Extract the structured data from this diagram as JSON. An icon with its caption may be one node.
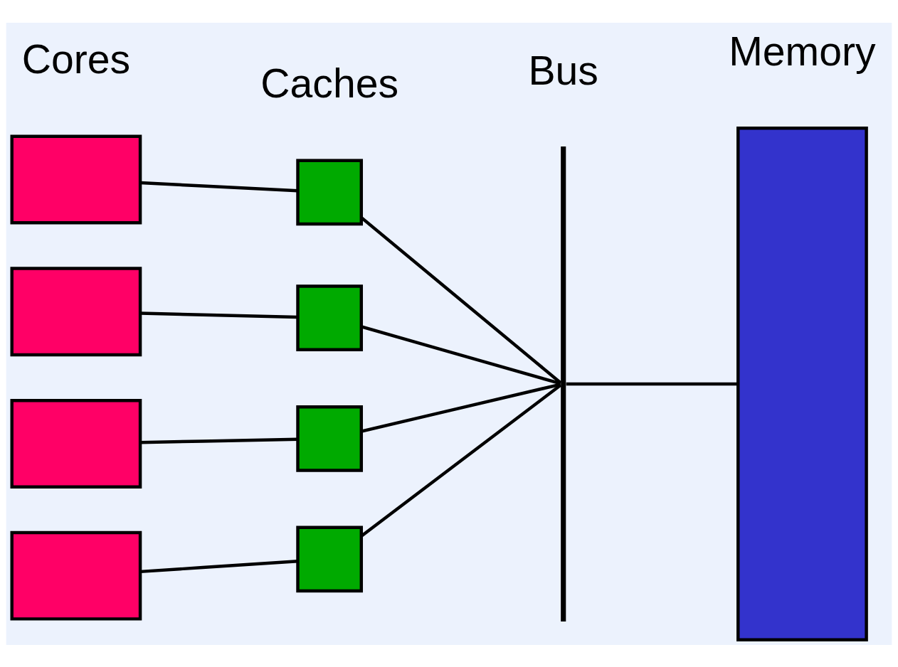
{
  "diagram": {
    "nodes": [
      {
        "text": [],
        "shape": "box"
      },
      {
        "text": [],
        "shape": "box"
      },
      {
        "text": [],
        "shape": "box"
      },
      {
        "text": [],
        "shape": "box"
      },
      {
        "text": [],
        "shape": "box"
      },
      {
        "text": [],
        "shape": "box"
      },
      {
        "text": [],
        "shape": "box"
      },
      {
        "text": [],
        "shape": "box"
      },
      {
        "text": [],
        "shape": "bar",
        "beside": [
          "Bus"
        ]
      },
      {
        "text": [],
        "shape": "box",
        "beside": [
          "Memory"
        ]
      }
    ],
    "edges": [
      {
        "from": 0,
        "to": 4,
        "arrow": "none"
      },
      {
        "from": 4,
        "to": 8,
        "arrow": "none"
      },
      {
        "from": 1,
        "to": 5,
        "arrow": "none"
      },
      {
        "from": 5,
        "to": 8,
        "arrow": "none"
      },
      {
        "from": 2,
        "to": 6,
        "arrow": "none"
      },
      {
        "from": 6,
        "to": 8,
        "arrow": "none"
      },
      {
        "from": 3,
        "to": 7,
        "arrow": "none"
      },
      {
        "from": 7,
        "to": 8,
        "arrow": "none"
      },
      {
        "from": 8,
        "to": 9,
        "arrow": "none"
      }
    ],
    "labels": [
      "Cores",
      "Caches"
    ]
  }
}
